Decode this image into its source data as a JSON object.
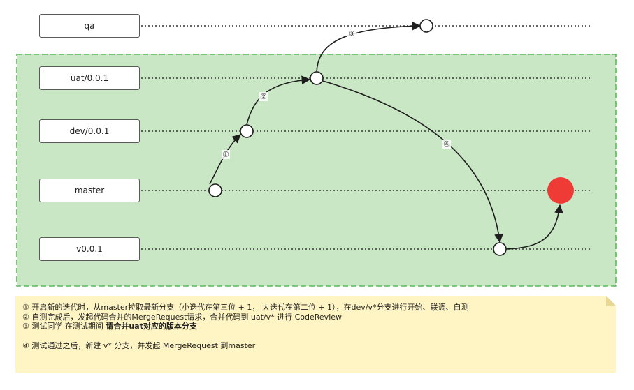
{
  "colors": {
    "group_fill": "#c9e7c4",
    "group_border": "#5cb85c",
    "node_stroke": "#1e1e1e",
    "release_node": "#ef3b36",
    "note_fill": "#fff4c3"
  },
  "lanes": [
    {
      "id": "qa",
      "label": "qa"
    },
    {
      "id": "uat",
      "label": "uat/0.0.1"
    },
    {
      "id": "dev",
      "label": "dev/0.0.1"
    },
    {
      "id": "master",
      "label": "master"
    },
    {
      "id": "v001",
      "label": "v0.0.1"
    }
  ],
  "steps": [
    {
      "id": "s1",
      "label": "①"
    },
    {
      "id": "s2",
      "label": "②"
    },
    {
      "id": "s3",
      "label": "③"
    },
    {
      "id": "s4",
      "label": "④"
    }
  ],
  "notes": {
    "line1": "① 开启新的迭代时，从master拉取最新分支（小迭代在第三位 + 1， 大迭代在第二位 + 1），在dev/v*分支进行开始、联调、自测",
    "line2": "② 自测完成后，发起代码合并的MergeRequest请求，合并代码到 uat/v* 进行 CodeReview",
    "line3_prefix": "③ 测试同学 在测试期间 ",
    "line3_bold": "请合并uat对应的版本分支",
    "line4": "④ 测试通过之后，新建 v* 分支，并发起 MergeRequest 到master"
  }
}
